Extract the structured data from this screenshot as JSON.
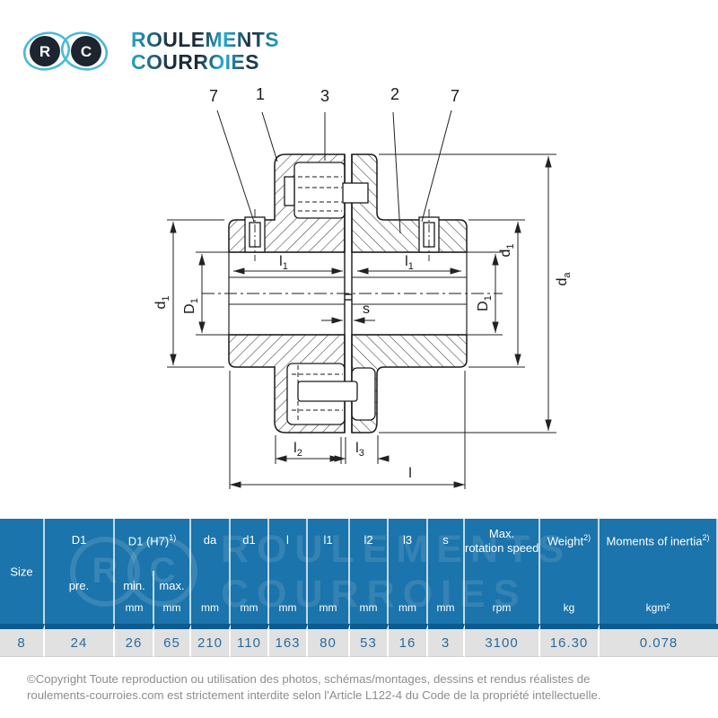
{
  "brand": {
    "line1": "ROULEMENTS",
    "line2": "COURROIES",
    "letter1": "R",
    "letter2": "C"
  },
  "drawing": {
    "callouts": [
      "7",
      "1",
      "3",
      "2",
      "7"
    ],
    "dims": {
      "d1_left": {
        "base": "d",
        "sub": "1"
      },
      "D1_left": {
        "base": "D",
        "sub": "1"
      },
      "l1_left": {
        "base": "l",
        "sub": "1"
      },
      "l1_right": {
        "base": "l",
        "sub": "1"
      },
      "s": {
        "base": "s"
      },
      "D1_right": {
        "base": "D",
        "sub": "1"
      },
      "d1_right": {
        "base": "d",
        "sub": "1"
      },
      "da": {
        "base": "d",
        "sub": "a"
      },
      "l2": {
        "base": "l",
        "sub": "2"
      },
      "l3": {
        "base": "l",
        "sub": "3"
      },
      "l": {
        "base": "l"
      }
    }
  },
  "table": {
    "watermark": {
      "letter1": "R",
      "letter2": "C",
      "line1": "ROULEMENTS",
      "line2": "COURROIES"
    },
    "header": {
      "size": "Size",
      "d1": "D1",
      "d1_sub": "pre.",
      "d1h7": "D1 (H7)",
      "d1h7_fn": "1)",
      "min": "min.",
      "max": "max.",
      "da": "da",
      "d1b": "d1",
      "l": "l",
      "l1": "l1",
      "l2": "l2",
      "l3": "l3",
      "s": "s",
      "speed1": "Max.",
      "speed2": "rotation speed",
      "weight": "Weight",
      "weight_fn": "2)",
      "inertia": "Moments of inertia",
      "inertia_fn": "2)",
      "unit_mm": "mm",
      "unit_rpm": "rpm",
      "unit_kg": "kg",
      "unit_kgm2": "kgm²"
    },
    "row": {
      "size": "8",
      "d1_pre": "24",
      "min": "26",
      "max": "65",
      "da": "210",
      "d1": "110",
      "l": "163",
      "l1": "80",
      "l2": "53",
      "l3": "16",
      "s": "3",
      "speed": "3100",
      "weight": "16.30",
      "inertia": "0.078"
    }
  },
  "footer": {
    "line1": "©Copyright Toute reproduction ou utilisation des photos, schémas/montages, dessins et rendus réalistes de",
    "line2": "roulements-courroies.com est strictement interdite selon l'Article L122-4 du Code de la propriété intellectuelle."
  },
  "colors": {
    "header_blue": "#1b74ab",
    "row_gray": "#e1e1e1",
    "row_text": "#2b6b9e",
    "accent_dark": "#0b5a90",
    "logo_cyan": "#49bad9",
    "logo_navy": "#1d2531"
  }
}
